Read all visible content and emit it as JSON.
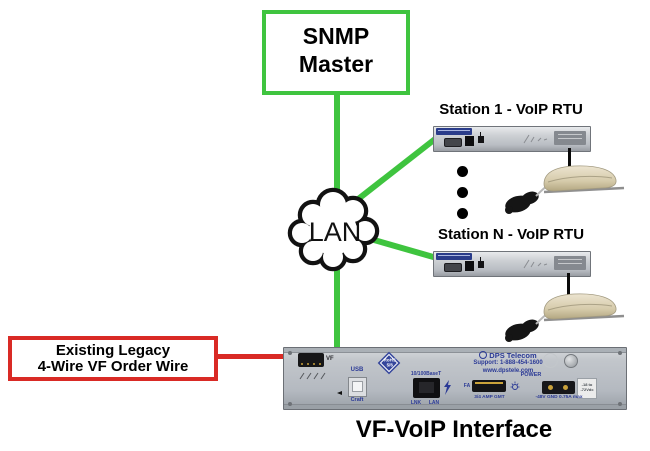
{
  "diagram": {
    "snmp_master": {
      "line1": "SNMP",
      "line2": "Master"
    },
    "lan_label": "LAN",
    "stations": [
      {
        "label": "Station 1 - VoIP RTU"
      },
      {
        "label": "Station N - VoIP RTU"
      }
    ],
    "legacy": {
      "line1": "Existing Legacy",
      "line2": "4-Wire VF Order Wire"
    },
    "title": "VF-VoIP Interface"
  },
  "device_panel": {
    "vf": "VF",
    "usb": "USB",
    "craft": "Craft",
    "rohs_line1": "RoHS",
    "rohs_line2": "5/6",
    "ethernet": "10/100BaseT",
    "lnk": "LNK",
    "lan": "LAN",
    "brand": "DPS Telecom",
    "support": "Support: 1-888-454-1600",
    "website": "www.dpstele.com",
    "fuse_label": "FA",
    "fuse_rating": "3/4 AMP GMT",
    "power": "POWER",
    "power_rating": "-48V GND 0.75A max",
    "voltage_line1": "-18 to",
    "voltage_line2": "-72Vdc"
  },
  "colors": {
    "green": "#3fc43f",
    "red": "#d92a25",
    "panel_text_blue": "#2b3a96"
  }
}
